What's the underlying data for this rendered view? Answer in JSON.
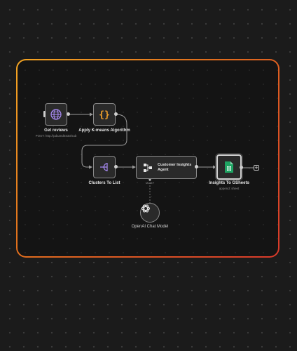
{
  "nodes": {
    "get_reviews": {
      "title": "Get reviews",
      "subtitle": "POST: http://pdxand0333/sub",
      "icon": "globe-icon"
    },
    "kmeans": {
      "title": "Apply K-means Algorithm",
      "icon": "braces-icon"
    },
    "clusters": {
      "title": "Clusters To List",
      "icon": "split-out-icon"
    },
    "agent": {
      "title_line1": "Customer Insights",
      "title_line2": "Agent",
      "icon": "agent-flow-icon",
      "model_port_label": "Model*"
    },
    "sheets": {
      "title": "Insights To GSheets",
      "subtitle": "append: sheet",
      "icon": "google-sheets-icon"
    },
    "chat_model": {
      "title": "OpenAI Chat Model",
      "icon": "openai-icon"
    }
  },
  "add_button": {
    "label": "+"
  },
  "colors": {
    "frame_gradient_start": "#f5a623",
    "frame_gradient_end": "#d8392a",
    "sheets_green": "#1fa463",
    "accent_purple": "#a98bf5",
    "accent_orange": "#f0a02a"
  }
}
